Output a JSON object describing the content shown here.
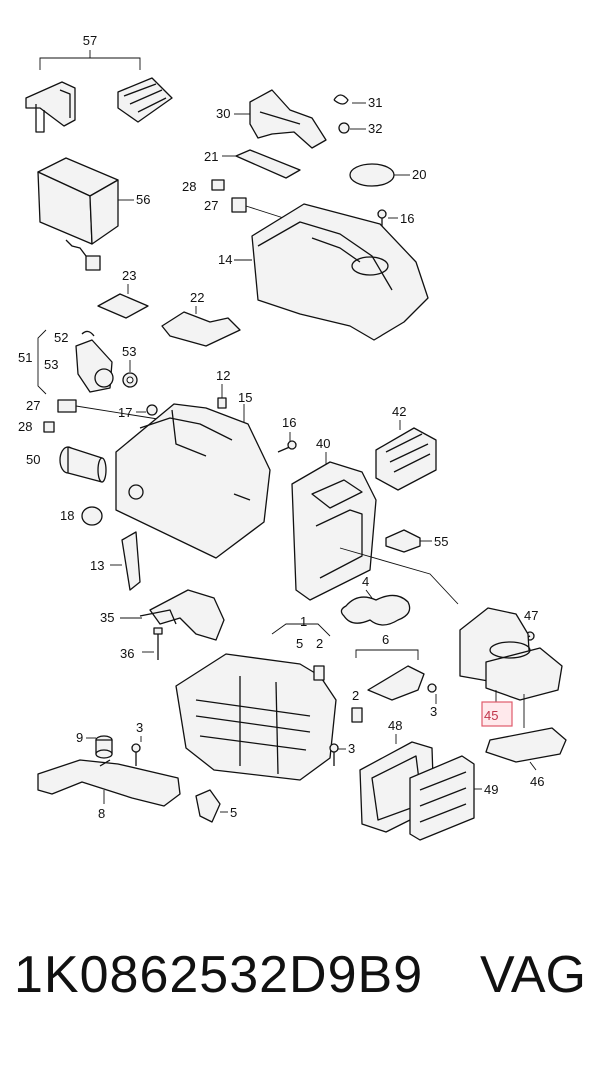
{
  "callouts": [
    "57",
    "56",
    "30",
    "31",
    "32",
    "21",
    "20",
    "28",
    "27",
    "16",
    "14",
    "23",
    "22",
    "52",
    "51",
    "53",
    "12",
    "15",
    "27",
    "17",
    "16",
    "28",
    "42",
    "40",
    "50",
    "18",
    "55",
    "13",
    "4",
    "35",
    "47",
    "1",
    "5",
    "2",
    "6",
    "36",
    "9",
    "3",
    "48",
    "45",
    "2",
    "3",
    "3",
    "49",
    "46",
    "8",
    "5"
  ],
  "highlighted_callout": "45",
  "footer": {
    "part_number": "1K0862532D9B9",
    "brand": "VAG"
  },
  "colors": {
    "highlight_fill": "#ffe9ec",
    "highlight_stroke": "#e05a6b"
  }
}
